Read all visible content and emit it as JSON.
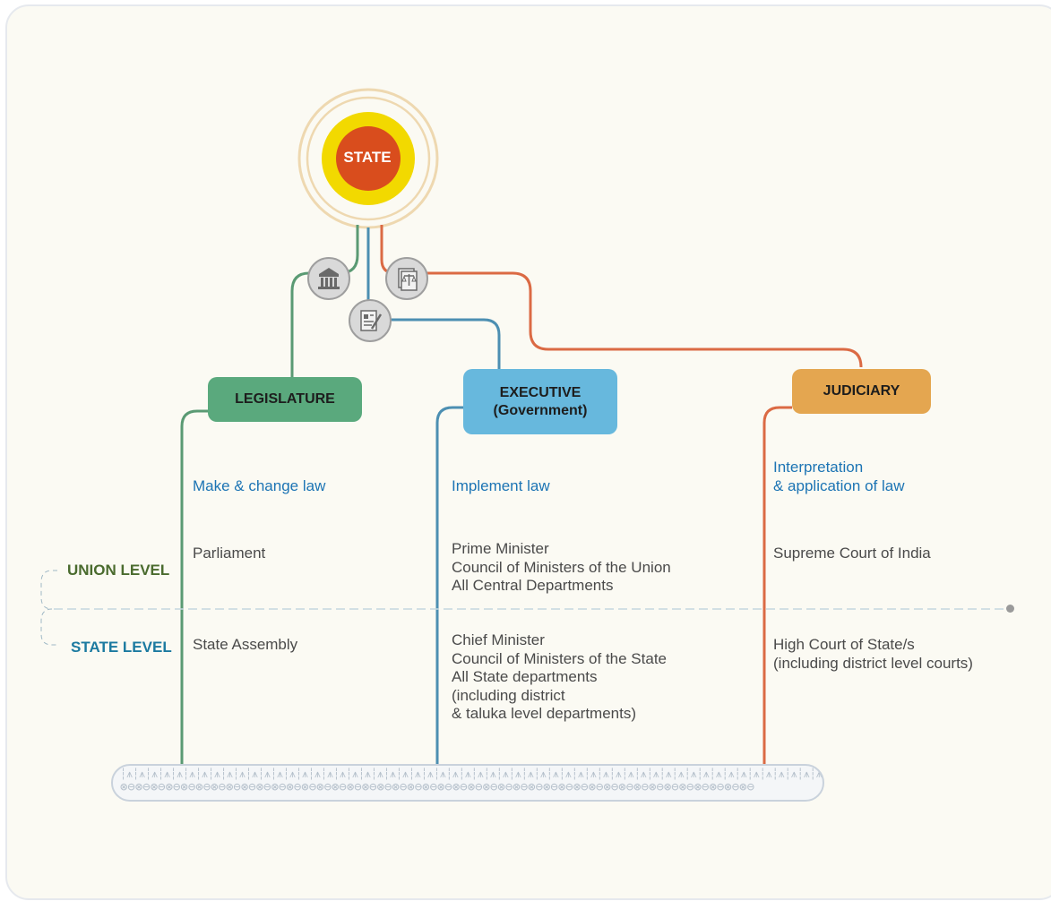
{
  "center": {
    "label": "STATE"
  },
  "branches": {
    "legislature": {
      "title": "LEGISLATURE",
      "role": "Make & change law",
      "union": [
        "Parliament"
      ],
      "state": [
        "State Assembly"
      ],
      "icon": "parliament-building-icon",
      "color": "#5aa97d"
    },
    "executive": {
      "title_line1": "EXECUTIVE",
      "title_line2": "(Government)",
      "role": "Implement law",
      "union": [
        "Prime Minister",
        "Council of Ministers of the Union",
        "All Central Departments"
      ],
      "state": [
        "Chief Minister",
        "Council of Ministers of the State",
        "All State departments",
        "(including district",
        "& taluka level departments)"
      ],
      "icon": "document-pen-icon",
      "color": "#67b8dd"
    },
    "judiciary": {
      "title": "JUDICIARY",
      "role_line1": "Interpretation",
      "role_line2": "& application of law",
      "union": [
        "Supreme Court of India"
      ],
      "state": [
        "High Court of State/s",
        "(including district level courts)"
      ],
      "icon": "scales-of-justice-icon",
      "color": "#e4a650"
    }
  },
  "levels": {
    "union": "UNION LEVEL",
    "state": "STATE LEVEL"
  }
}
